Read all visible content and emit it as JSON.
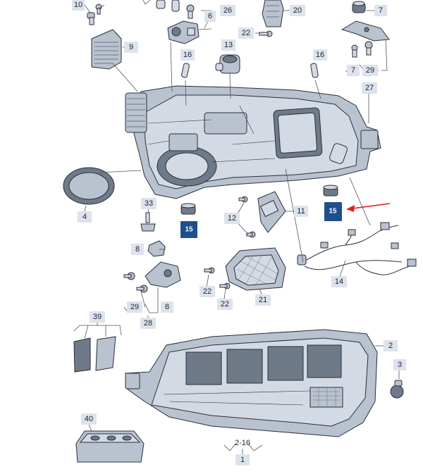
{
  "labels": {
    "l10": "10",
    "l26": "26",
    "l6": "6",
    "l20": "20",
    "l7a": "7",
    "l9": "9",
    "l22a": "22",
    "l13": "13",
    "l16a": "16",
    "l16b": "16",
    "l7b": "7",
    "l29a": "29",
    "l27": "27",
    "l4": "4",
    "l33": "33",
    "l15a": "15",
    "l15b": "15",
    "l12": "12",
    "l11": "11",
    "l8a": "8",
    "l14": "14",
    "l22b": "22",
    "l22c": "22",
    "l21": "21",
    "l29b": "29",
    "l8b": "8",
    "l28": "28",
    "l39": "39",
    "l2": "2",
    "l3": "3",
    "l40": "40",
    "l216": "2-16",
    "l1": "1"
  },
  "colors": {
    "highlight_box": "#1f4e8c",
    "label_box": "#dde3ec",
    "arrow": "#e0201c"
  }
}
